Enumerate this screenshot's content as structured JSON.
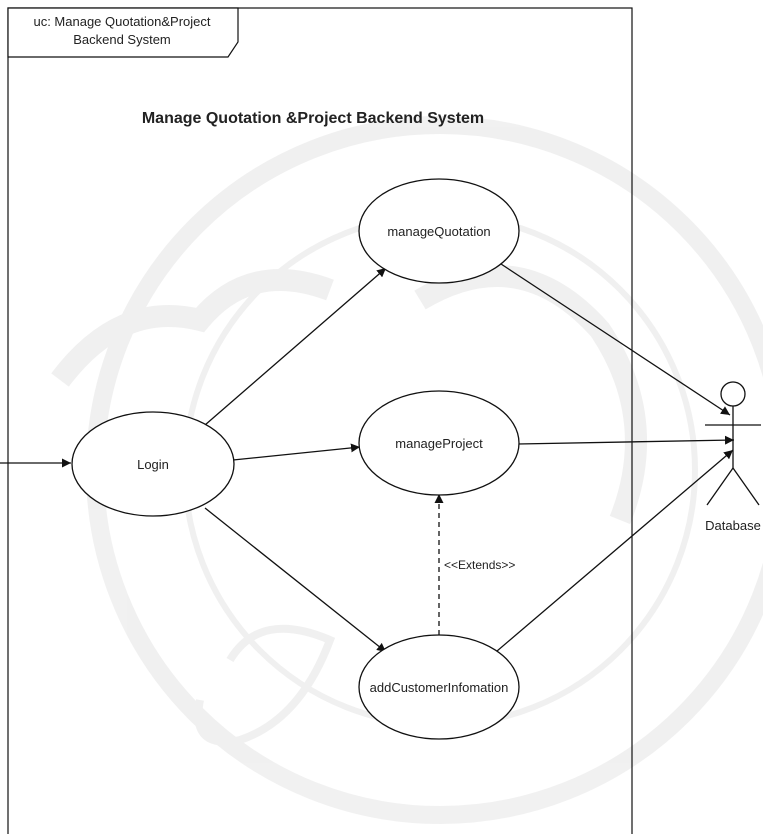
{
  "frame": {
    "tab_line1": "uc: Manage Quotation&Project",
    "tab_line2": "Backend System"
  },
  "system": {
    "title": "Manage Quotation &Project Backend System"
  },
  "use_cases": {
    "manage_quotation": "manageQuotation",
    "login": "Login",
    "manage_project": "manageProject",
    "add_customer": "addCustomerInfomation"
  },
  "relations": {
    "extends": "<<Extends>>"
  },
  "actors": {
    "database": "Database"
  }
}
